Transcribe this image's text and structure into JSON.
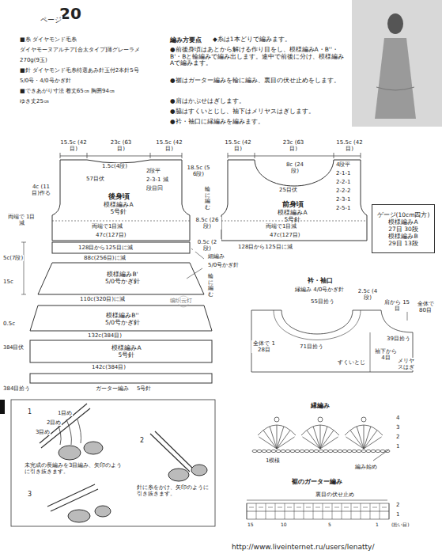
{
  "diagram": {
    "title": "20",
    "nodes": [
      {
        "text": [
          "後身頃",
          "模様編みA",
          "5号針"
        ]
      },
      {
        "text": [
          "前身頃",
          "模様編みA",
          "5号針"
        ]
      },
      {
        "text": [
          "ゲージ(10cm四方)",
          "模様編みA",
          "27目 30段",
          "模様編みB",
          "29目 13段"
        ]
      },
      {
        "text": [
          "模様編みB'",
          "5/0号かぎ針"
        ]
      },
      {
        "text": [
          "模様編みB''",
          "5/0号かぎ針"
        ]
      },
      {
        "text": [
          "模様編みA",
          "5号針"
        ]
      }
    ],
    "labels": [
      "ページ",
      "■糸 ダイヤモンド毛糸",
      "ダイヤモーヌアルチア[合太タイプ]薄グレーラメ",
      "270g(9玉)",
      "■針 ダイヤモンド毛糸特選あみ針玉付2本針5号",
      "5/0号・4/0号かぎ針",
      "■できあがり寸法 着丈65㎝ 胸囲94㎝",
      "ゆき丈25㎝",
      "編み方要点",
      "◆糸は1本どりで編みます。",
      "●前後身頃はあとから解ける作り目をし、模様編みA・B''・B'・Bと輪編みで編み出します。途中で前後に分け、模様編みAで編みます。",
      "●裾はガーター編みを輪に編み、裏目の伏せ止めをします。",
      "●肩はかぶせはぎします。",
      "●脇はすくいとじし、袖下はメリヤスはぎします。",
      "●衿・袖口に縁編みを編みます。",
      "15.5c (42目)",
      "23c (63目)",
      "15.5c (42目)",
      "15.5c (42目)",
      "23c (63目)",
      "15.5c (42目)",
      "1.5c(4段)",
      "57目伏",
      "2段平",
      "2-3-1 減",
      "段目回",
      "4c (11目)作る",
      "18.5c (56段)",
      "両端で1目減",
      "47c(127目)",
      "両端で 1目減",
      "8.5c (26段)",
      "0.5c (2段)",
      "輪に編む",
      "8c (24段)",
      "4段平",
      "2-1-1",
      "2-2-1",
      "2-2-2",
      "2-3-1",
      "2-5-1",
      "25目伏",
      "両端で1目減",
      "47c(127目)",
      "128目から125目に減",
      "128目から125目に減",
      "5c(7段)",
      "88c(256目)に減",
      "細編み",
      "5/0号かぎ針",
      "輪に編む",
      "110c(320目)に減",
      "132c(384目)",
      "384目伏",
      "142c(384目)",
      "384目拾う",
      "ガーター編み",
      "5号針",
      "15c",
      "0.5c",
      "编织云灯",
      "衿・袖口",
      "縁編み 4/0号かぎ針",
      "55目拾う",
      "2.5c (4段)",
      "全体で 80目",
      "肩から 15目",
      "39目拾う",
      "71目拾う",
      "全体で 128目",
      "袖下から 4目",
      "すくいとじ",
      "メリヤスはぎ",
      "1",
      "1目め",
      "2目め",
      "3目め",
      "未完成の長編みを3目編み、矢印のように引き抜きます。",
      "2",
      "針に糸をかけ、矢印のように引き抜きます。",
      "3",
      "縁編み",
      "4",
      "3",
      "2",
      "1",
      "1模様",
      "編み始め",
      "裾のガーター編み",
      "裏目の伏せ止め",
      "15",
      "10",
      "5",
      "1",
      "2",
      "1",
      "(拾い目)",
      "http://www.liveinternet.ru/users/lenatty/"
    ]
  }
}
